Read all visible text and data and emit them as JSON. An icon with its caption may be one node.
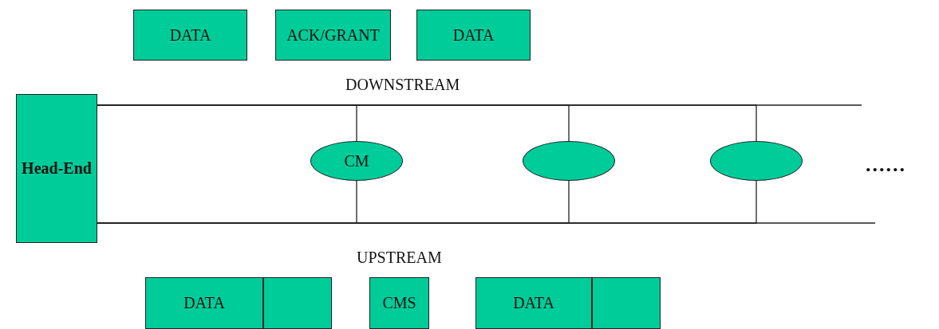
{
  "diagram": {
    "nodes": [
      {
        "text": [
          "DATA"
        ]
      },
      {
        "text": [
          "ACK/GRANT"
        ]
      },
      {
        "text": [
          "DATA"
        ]
      },
      {
        "text": [
          "Head-End"
        ]
      },
      {
        "text": [
          "CM"
        ]
      },
      {
        "text": [],
        "shape": "ellipse"
      },
      {
        "text": [],
        "shape": "ellipse"
      },
      {
        "text": [
          "DATA"
        ]
      },
      {
        "text": [],
        "shape": "box"
      },
      {
        "text": [
          "CMS"
        ]
      },
      {
        "text": [
          "DATA"
        ]
      },
      {
        "text": [],
        "shape": "box"
      }
    ],
    "edges": [
      {
        "from": 3,
        "to": 4,
        "arrow": "none"
      },
      {
        "from": 3,
        "to": 5,
        "arrow": "none"
      },
      {
        "from": 3,
        "to": 6,
        "arrow": "none"
      },
      {
        "from": 3,
        "to": null,
        "arrow": "none"
      },
      {
        "from": 4,
        "to": 3,
        "arrow": "none"
      },
      {
        "from": 5,
        "to": 3,
        "arrow": "none"
      },
      {
        "from": 6,
        "to": 3,
        "arrow": "none"
      },
      {
        "from": 3,
        "to": null,
        "arrow": "none"
      }
    ],
    "labels": [
      "DOWNSTREAM",
      "UPSTREAM",
      "......"
    ]
  }
}
